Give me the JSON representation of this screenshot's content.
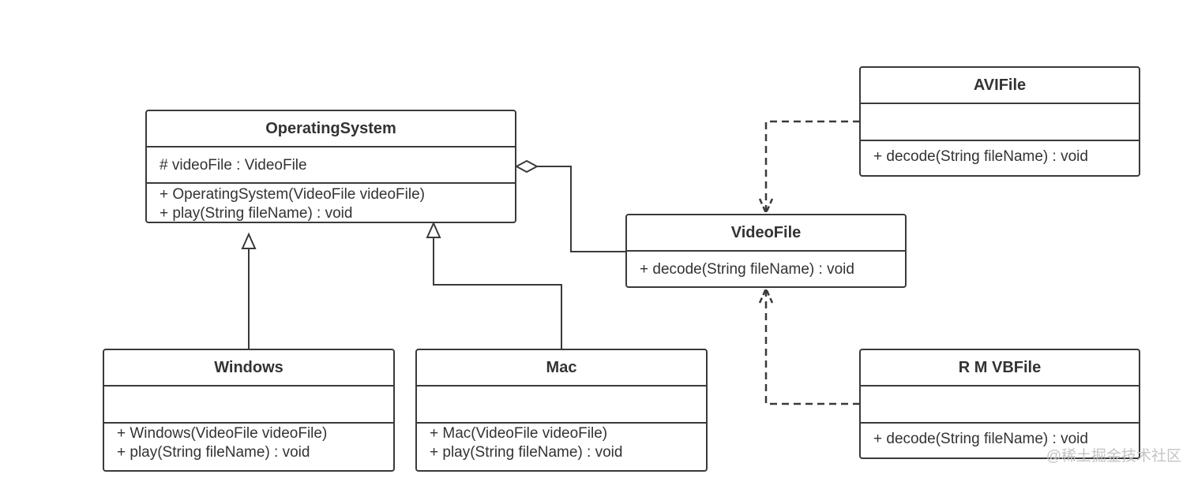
{
  "diagram": {
    "classes": {
      "operating_system": {
        "name": "OperatingSystem",
        "attributes": [
          "# videoFile : VideoFile"
        ],
        "operations": [
          "+ OperatingSystem(VideoFile videoFile)",
          "+ play(String fileName) : void"
        ]
      },
      "windows": {
        "name": "Windows",
        "attributes": [],
        "operations": [
          "+ Windows(VideoFile videoFile)",
          "+ play(String fileName) : void"
        ]
      },
      "mac": {
        "name": "Mac",
        "attributes": [],
        "operations": [
          "+ Mac(VideoFile videoFile)",
          "+ play(String fileName) : void"
        ]
      },
      "video_file": {
        "name": "VideoFile",
        "operations": [
          "+ decode(String fileName) : void"
        ]
      },
      "avi_file": {
        "name": "AVIFile",
        "attributes": [],
        "operations": [
          "+ decode(String fileName) : void"
        ]
      },
      "rmvb_file": {
        "name": "R M VBFile",
        "attributes": [],
        "operations": [
          "+ decode(String fileName) : void"
        ]
      }
    },
    "relationships": [
      {
        "type": "aggregation",
        "whole": "OperatingSystem",
        "part": "VideoFile"
      },
      {
        "type": "generalization",
        "child": "Windows",
        "parent": "OperatingSystem"
      },
      {
        "type": "generalization",
        "child": "Mac",
        "parent": "OperatingSystem"
      },
      {
        "type": "realization",
        "child": "AVIFile",
        "parent": "VideoFile"
      },
      {
        "type": "realization",
        "child": "R M VBFile",
        "parent": "VideoFile"
      }
    ]
  },
  "watermark": "@稀土掘金技术社区",
  "colors": {
    "stroke": "#3a3a3a",
    "text": "#333333",
    "watermark": "#c4c4c4",
    "background": "#ffffff"
  }
}
